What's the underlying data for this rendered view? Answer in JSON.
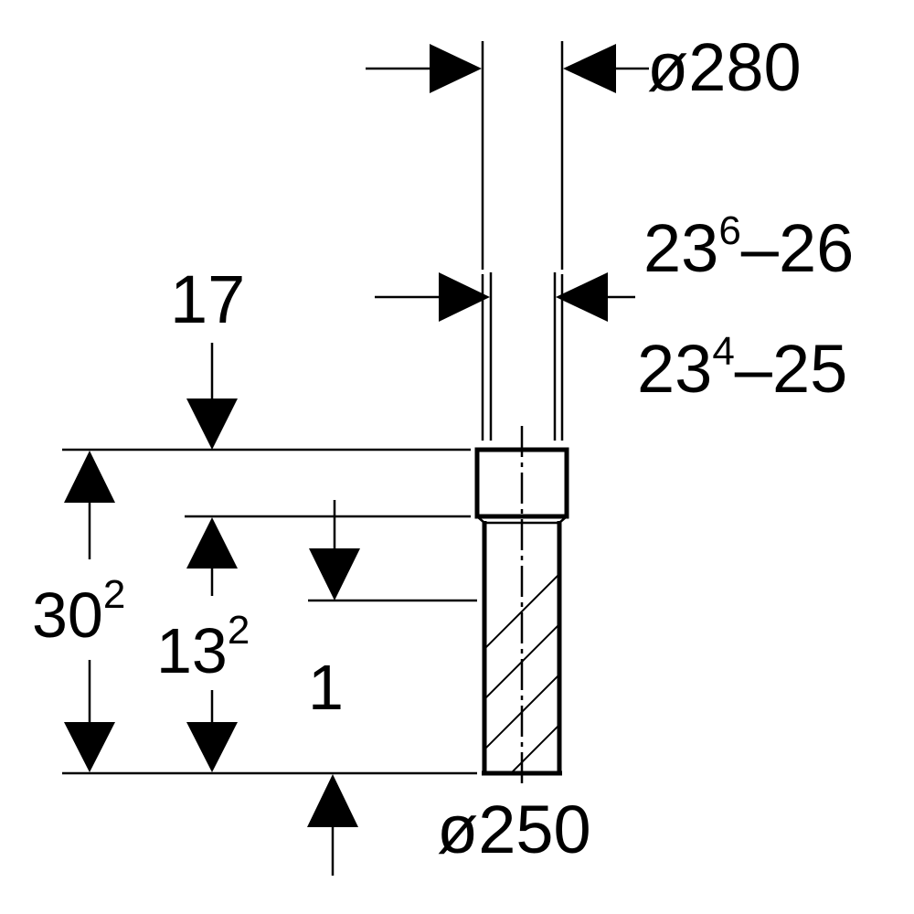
{
  "labels": {
    "outer_diameter": "ø280",
    "bottom_diameter": "ø250",
    "width_range_1_base": "23",
    "width_range_1_sup": "6",
    "width_range_1_rest": "–26",
    "width_range_2_base": "23",
    "width_range_2_sup": "4",
    "width_range_2_rest": "–25",
    "top_dimension": "17",
    "total_height_base": "30",
    "total_height_sup": "2",
    "lower_height_base": "13",
    "lower_height_sup": "2",
    "small_dimension": "1"
  }
}
